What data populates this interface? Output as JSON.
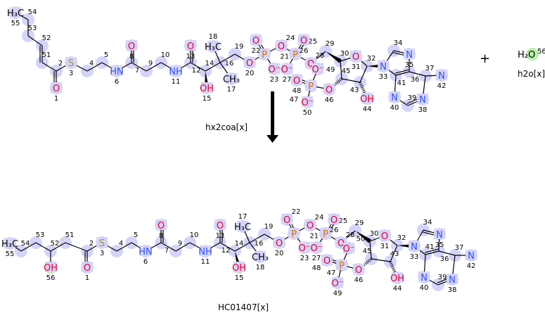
{
  "reactant": {
    "name": "hx2coa[x]",
    "atoms": [
      {
        "n": "55",
        "label": "H₃C"
      },
      {
        "n": "54",
        "label": ""
      },
      {
        "n": "53",
        "label": ""
      },
      {
        "n": "52",
        "label": ""
      },
      {
        "n": "51",
        "label": ""
      },
      {
        "n": "2",
        "label": ""
      },
      {
        "n": "1",
        "label": "O"
      },
      {
        "n": "3",
        "label": "S"
      },
      {
        "n": "4",
        "label": ""
      },
      {
        "n": "5",
        "label": ""
      },
      {
        "n": "6",
        "label": "HN"
      },
      {
        "n": "7",
        "label": ""
      },
      {
        "n": "8",
        "label": "O"
      },
      {
        "n": "9",
        "label": ""
      },
      {
        "n": "10",
        "label": ""
      },
      {
        "n": "11",
        "label": "NH"
      },
      {
        "n": "12",
        "label": ""
      },
      {
        "n": "13",
        "label": "O"
      },
      {
        "n": "14",
        "label": ""
      },
      {
        "n": "15",
        "label": "OH"
      },
      {
        "n": "16",
        "label": ""
      },
      {
        "n": "17",
        "label": "CH₃"
      },
      {
        "n": "18",
        "label": "H₃C"
      },
      {
        "n": "19",
        "label": ""
      },
      {
        "n": "20",
        "label": "O"
      },
      {
        "n": "21",
        "label": "P"
      },
      {
        "n": "22",
        "label": "O"
      },
      {
        "n": "23",
        "label": "O⁻"
      },
      {
        "n": "24",
        "label": "O"
      },
      {
        "n": "25",
        "label": "P"
      },
      {
        "n": "26",
        "label": "O"
      },
      {
        "n": "27",
        "label": "O⁻"
      },
      {
        "n": "28",
        "label": "O"
      },
      {
        "n": "29",
        "label": ""
      },
      {
        "n": "30",
        "label": ""
      },
      {
        "n": "31",
        "label": "O"
      },
      {
        "n": "32",
        "label": ""
      },
      {
        "n": "33",
        "label": "N"
      },
      {
        "n": "34",
        "label": ""
      },
      {
        "n": "35",
        "label": "N"
      },
      {
        "n": "36",
        "label": ""
      },
      {
        "n": "37",
        "label": ""
      },
      {
        "n": "38",
        "label": "N"
      },
      {
        "n": "39",
        "label": ""
      },
      {
        "n": "40",
        "label": "N"
      },
      {
        "n": "41",
        "label": ""
      },
      {
        "n": "42",
        "label": "N"
      },
      {
        "n": "43",
        "label": ""
      },
      {
        "n": "44",
        "label": "OH"
      },
      {
        "n": "45",
        "label": ""
      },
      {
        "n": "46",
        "label": "O"
      },
      {
        "n": "47",
        "label": "P"
      },
      {
        "n": "48",
        "label": "O"
      },
      {
        "n": "49",
        "label": "O⁻"
      },
      {
        "n": "50",
        "label": "O⁻"
      }
    ]
  },
  "water": {
    "name": "h2o[x]",
    "formula": "H₂O",
    "n": "56"
  },
  "plus": "+",
  "product": {
    "name": "HC01407[x]",
    "atoms": [
      {
        "n": "55",
        "label": "H₃C"
      },
      {
        "n": "54",
        "label": ""
      },
      {
        "n": "53",
        "label": ""
      },
      {
        "n": "52",
        "label": ""
      },
      {
        "n": "56",
        "label": "OH"
      },
      {
        "n": "51",
        "label": ""
      },
      {
        "n": "2",
        "label": ""
      },
      {
        "n": "1",
        "label": "O"
      },
      {
        "n": "3",
        "label": "S"
      },
      {
        "n": "4",
        "label": ""
      },
      {
        "n": "5",
        "label": ""
      },
      {
        "n": "6",
        "label": "HN"
      },
      {
        "n": "7",
        "label": ""
      },
      {
        "n": "8",
        "label": "O"
      },
      {
        "n": "9",
        "label": ""
      },
      {
        "n": "10",
        "label": ""
      },
      {
        "n": "11",
        "label": "NH"
      },
      {
        "n": "12",
        "label": ""
      },
      {
        "n": "13",
        "label": "O"
      },
      {
        "n": "14",
        "label": ""
      },
      {
        "n": "15",
        "label": "OH"
      },
      {
        "n": "16",
        "label": ""
      },
      {
        "n": "17",
        "label": "H₃C"
      },
      {
        "n": "18",
        "label": "CH₃"
      },
      {
        "n": "19",
        "label": ""
      },
      {
        "n": "20",
        "label": "O"
      },
      {
        "n": "21",
        "label": "P"
      },
      {
        "n": "22",
        "label": "O"
      },
      {
        "n": "23",
        "label": "O⁻"
      },
      {
        "n": "24",
        "label": "O"
      },
      {
        "n": "25",
        "label": "P"
      },
      {
        "n": "26",
        "label": "O"
      },
      {
        "n": "27",
        "label": "O⁻"
      },
      {
        "n": "28",
        "label": "O"
      },
      {
        "n": "29",
        "label": ""
      },
      {
        "n": "30",
        "label": ""
      },
      {
        "n": "31",
        "label": "O"
      },
      {
        "n": "32",
        "label": ""
      },
      {
        "n": "33",
        "label": "N"
      },
      {
        "n": "34",
        "label": ""
      },
      {
        "n": "35",
        "label": "N"
      },
      {
        "n": "36",
        "label": ""
      },
      {
        "n": "37",
        "label": ""
      },
      {
        "n": "38",
        "label": "N"
      },
      {
        "n": "39",
        "label": ""
      },
      {
        "n": "40",
        "label": "N"
      },
      {
        "n": "41",
        "label": ""
      },
      {
        "n": "42",
        "label": "N"
      },
      {
        "n": "43",
        "label": ""
      },
      {
        "n": "44",
        "label": "OH"
      },
      {
        "n": "45",
        "label": ""
      },
      {
        "n": "46",
        "label": "O"
      },
      {
        "n": "47",
        "label": "P"
      },
      {
        "n": "48",
        "label": "O"
      },
      {
        "n": "49",
        "label": "O⁻"
      },
      {
        "n": "50",
        "label": "O⁻"
      }
    ]
  },
  "colors": {
    "O": "#e8002c",
    "N": "#3050f8",
    "S": "#a09030",
    "P": "#e07000",
    "C": "#000000",
    "highlight": "#d4d4fa",
    "highlight_new": "#b8f0a8"
  }
}
